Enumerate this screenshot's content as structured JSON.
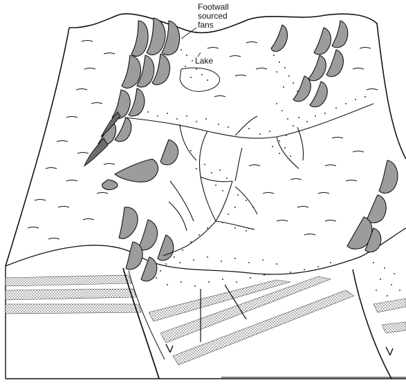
{
  "labels": {
    "fans_line1": "Footwall",
    "fans_line2": "sourced",
    "fans_line3": "fans",
    "lake": "Lake"
  },
  "colors": {
    "ink": "#111111",
    "fan_fill": "#9c9c9c",
    "fan_shadow": "#6d6d6d",
    "strata_stipple": "#8a8a8a",
    "background": "#ffffff"
  }
}
